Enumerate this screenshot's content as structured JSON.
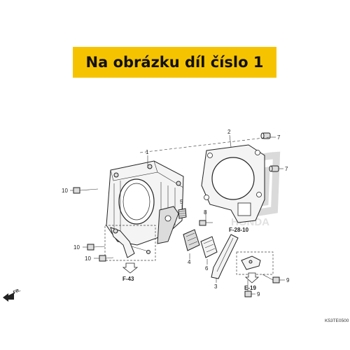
{
  "banner": {
    "text": "Na obrázku díl číslo 1"
  },
  "callouts": {
    "c1": "1",
    "c2": "2",
    "c3": "3",
    "c4": "4",
    "c5": "5",
    "c6": "6",
    "c7a": "7",
    "c7b": "7",
    "c8": "8",
    "c9a": "9",
    "c9b": "9",
    "c10a": "10",
    "c10b": "10",
    "c10c": "10"
  },
  "references": {
    "f28": "F-28-10",
    "f43": "F-43",
    "e19": "E-19"
  },
  "direction": "FR.",
  "diagram_code": "K53TE0500",
  "watermark": {
    "text": "HONDA",
    "color": "#c9c9c9"
  }
}
